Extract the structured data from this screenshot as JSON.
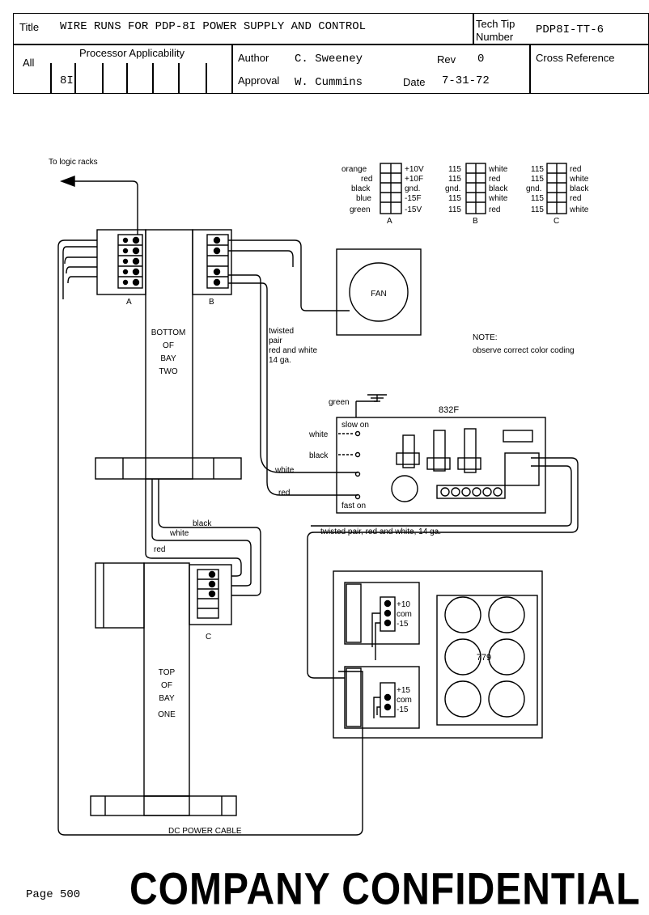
{
  "header": {
    "title_label": "Title",
    "title_value": "WIRE RUNS FOR PDP-8I POWER SUPPLY AND CONTROL",
    "tech_tip_label_1": "Tech Tip",
    "tech_tip_label_2": "Number",
    "tech_tip_value": "PDP8I-TT-6",
    "all_label": "All",
    "proc_label": "Processor Applicability",
    "proc_value": "8I",
    "author_label": "Author",
    "author_value": "C. Sweeney",
    "rev_label": "Rev",
    "rev_value": "0",
    "cross_ref_label": "Cross Reference",
    "approval_label": "Approval",
    "approval_value": "W. Cummins",
    "date_label": "Date",
    "date_value": "7-31-72"
  },
  "diagram": {
    "to_logic_racks": "To logic racks",
    "legend": {
      "A": {
        "title": "A",
        "rows": [
          {
            "color": "orange",
            "signal": "+10V"
          },
          {
            "color": "red",
            "signal": "+10F"
          },
          {
            "color": "black",
            "signal": "gnd."
          },
          {
            "color": "blue",
            "signal": "-15F"
          },
          {
            "color": "green",
            "signal": "-15V"
          }
        ]
      },
      "B": {
        "title": "B",
        "rows": [
          {
            "left": "115",
            "right": "white"
          },
          {
            "left": "115",
            "right": "red"
          },
          {
            "left": "gnd.",
            "right": "black"
          },
          {
            "left": "115",
            "right": "white"
          },
          {
            "left": "115",
            "right": "red"
          }
        ]
      },
      "C": {
        "title": "C",
        "rows": [
          {
            "left": "115",
            "right": "red"
          },
          {
            "left": "115",
            "right": "white"
          },
          {
            "left": "gnd.",
            "right": "black"
          },
          {
            "left": "115",
            "right": "red"
          },
          {
            "left": "115",
            "right": "white"
          }
        ]
      }
    },
    "term_A": "A",
    "term_B": "B",
    "term_C": "C",
    "bottom_bay": [
      "BOTTOM",
      "OF",
      "BAY",
      "TWO"
    ],
    "top_bay": [
      "TOP",
      "OF",
      "BAY",
      "ONE"
    ],
    "fan": "FAN",
    "twisted_pair_1": [
      "twisted",
      "pair",
      "red and white",
      "14 ga."
    ],
    "note_title": "NOTE:",
    "note_text": "observe correct color coding",
    "module_832f": "832F",
    "green": "green",
    "slow_on": "slow on",
    "fast_on": "fast on",
    "white_1": "white",
    "black_1": "black",
    "white_2": "white",
    "red_1": "red",
    "black_2": "black",
    "white_3": "white",
    "red_2": "red",
    "twisted_pair_2": "twisted pair, red and white, 14 ga.",
    "ps_top": [
      "+10",
      "com",
      "-15"
    ],
    "ps_bottom": [
      "+15",
      "com",
      "-15"
    ],
    "module_779": "779",
    "dc_power_cable": "DC POWER CABLE"
  },
  "footer": {
    "page": "Page 500",
    "confidential": "COMPANY CONFIDENTIAL"
  }
}
